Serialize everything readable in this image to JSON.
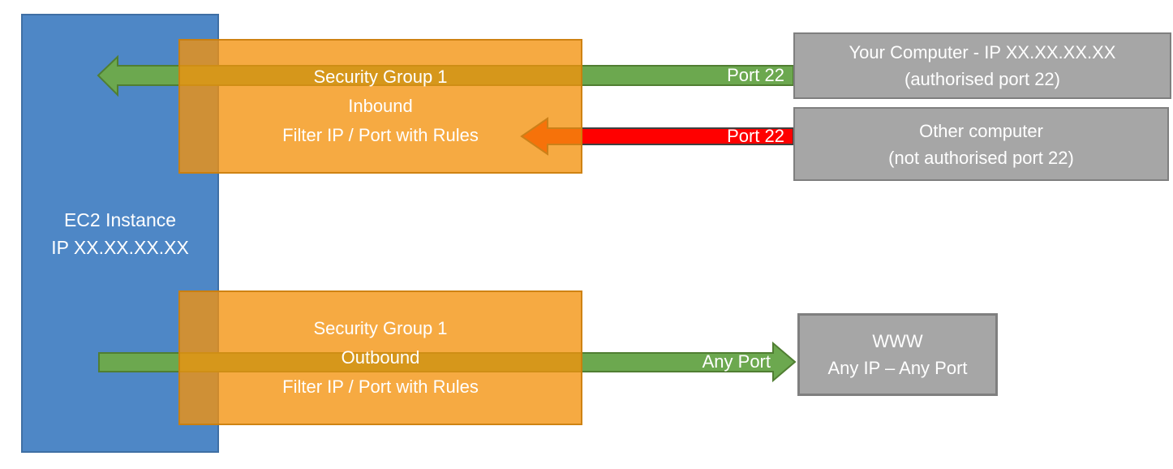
{
  "diagram": {
    "ec2": {
      "line1": "EC2 Instance",
      "line2": "IP XX.XX.XX.XX"
    },
    "inbound_sg": {
      "line1": "Security Group 1",
      "line2": "Inbound",
      "line3": "Filter IP / Port with Rules"
    },
    "outbound_sg": {
      "line1": "Security Group 1",
      "line2": "Outbound",
      "line3": "Filter IP / Port with Rules"
    },
    "your_computer": {
      "line1": "Your Computer - IP XX.XX.XX.XX",
      "line2": "(authorised port 22)"
    },
    "other_computer": {
      "line1": "Other computer",
      "line2": "(not authorised port 22)"
    },
    "www": {
      "line1": "WWW",
      "line2": "Any IP – Any Port"
    },
    "flow_labels": {
      "inbound_allowed": "Port 22",
      "inbound_blocked": "Port 22",
      "outbound": "Any Port"
    },
    "colors": {
      "ec2_fill": "#4E87C6",
      "security_group_fill": "#F7AB43",
      "allowed_arrow": "#6CA84F",
      "blocked_arrow": "#FF0000",
      "endpoint_fill": "#A6A6A6",
      "text": "#FFFFFF"
    }
  }
}
